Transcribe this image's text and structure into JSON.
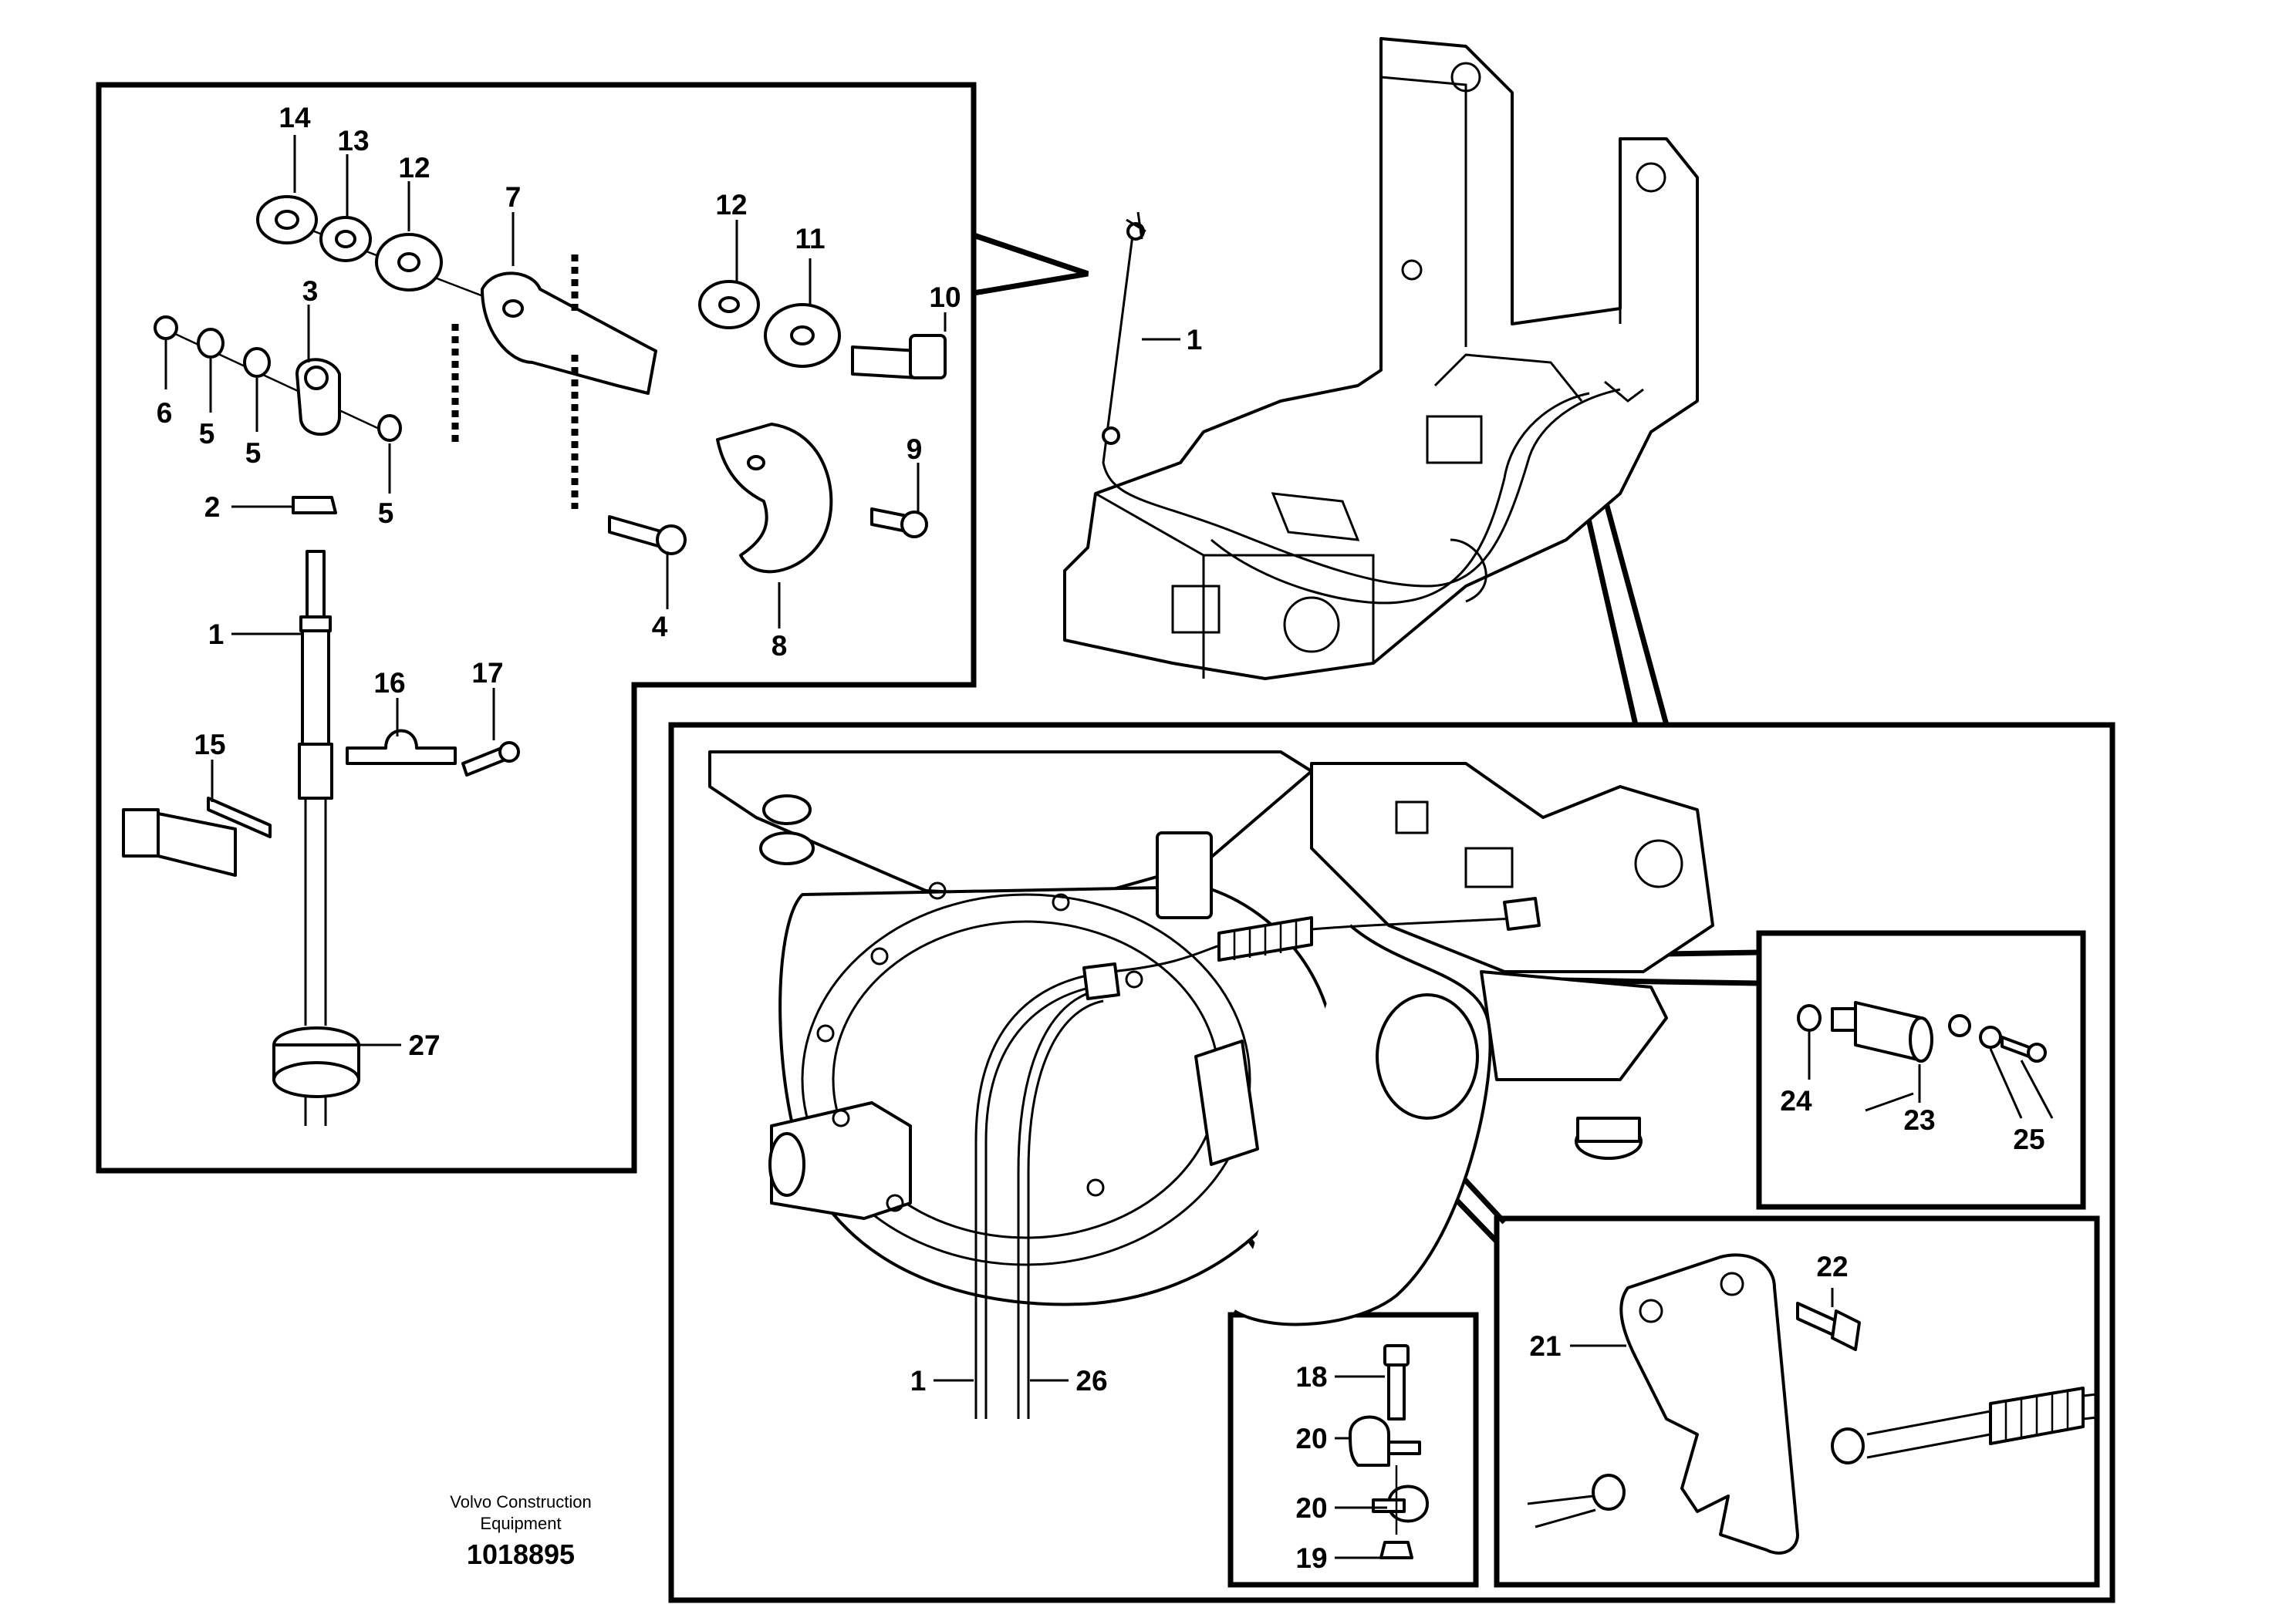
{
  "footer": {
    "company_line1": "Volvo Construction",
    "company_line2": "Equipment",
    "drawing_number": "1018895"
  },
  "callouts": {
    "c1_cable_detail": "1",
    "c2": "2",
    "c3": "3",
    "c4": "4",
    "c5a": "5",
    "c5b": "5",
    "c5c": "5",
    "c6": "6",
    "c7": "7",
    "c8": "8",
    "c9": "9",
    "c10": "10",
    "c11": "11",
    "c12a": "12",
    "c12b": "12",
    "c13": "13",
    "c14": "14",
    "c15": "15",
    "c16": "16",
    "c17": "17",
    "c27": "27",
    "c1_frame": "1",
    "c1_engine": "1",
    "c26": "26",
    "c18": "18",
    "c19": "19",
    "c20a": "20",
    "c20b": "20",
    "c21": "21",
    "c22": "22",
    "c23": "23",
    "c24": "24",
    "c25": "25"
  }
}
